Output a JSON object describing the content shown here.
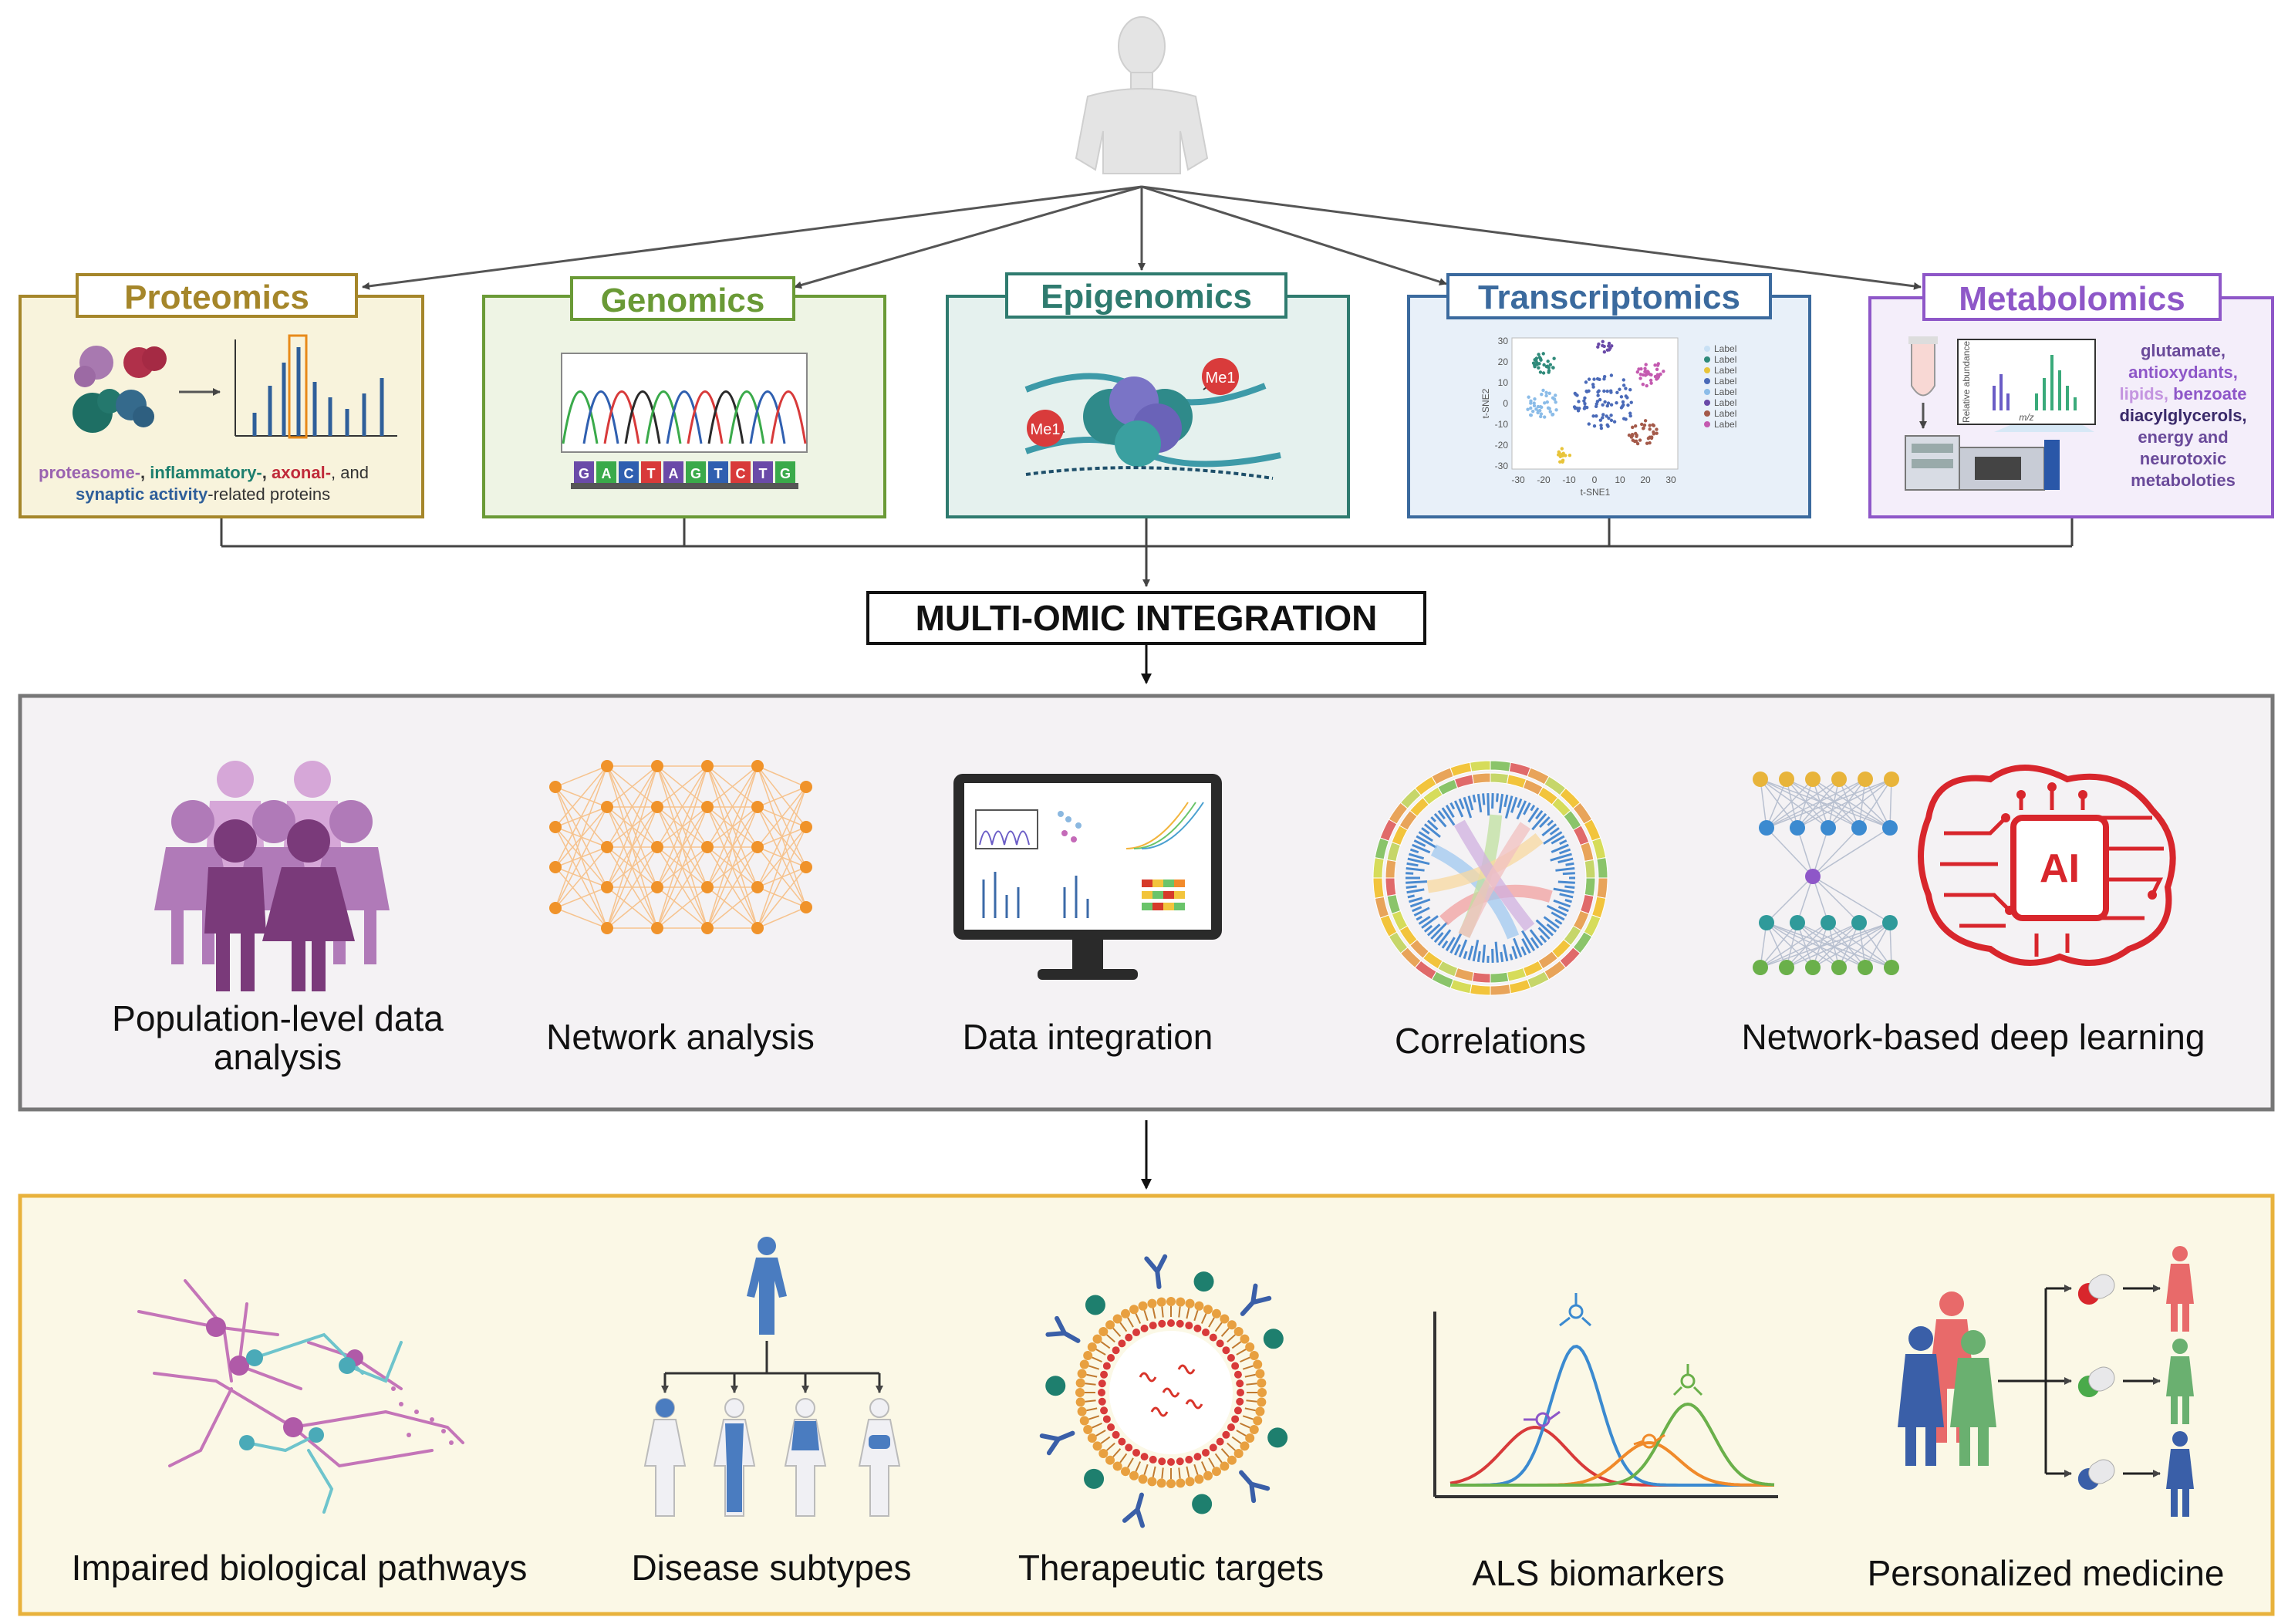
{
  "omics": [
    {
      "title": "Proteomics",
      "color": "#a5862a"
    },
    {
      "title": "Genomics",
      "color": "#6a9a36"
    },
    {
      "title": "Epigenomics",
      "color": "#2f7b6f"
    },
    {
      "title": "Transcriptomics",
      "color": "#3b6a9e"
    },
    {
      "title": "Metabolomics",
      "color": "#8e57c8"
    }
  ],
  "proteomics_caption": {
    "proteasome": "proteasome-",
    "sep1": ", ",
    "inflammatory": "inflammatory-",
    "sep2": ", ",
    "axonal": "axonal-",
    "sep3": ", and",
    "synaptic": "synaptic activity",
    "tail": "-related proteins"
  },
  "genomics_bases": [
    "G",
    "A",
    "C",
    "T",
    "A",
    "G",
    "T",
    "C",
    "T",
    "G"
  ],
  "epigenomics_marks": [
    "Me1",
    "Me1"
  ],
  "transcriptomics_plot": {
    "xlabel": "t-SNE1",
    "ylabel": "t-SNE2",
    "xticks": [
      "-30",
      "-20",
      "-10",
      "0",
      "10",
      "20",
      "30"
    ],
    "yticks": [
      "30",
      "20",
      "10",
      "0",
      "-10",
      "-20",
      "-30"
    ],
    "legend": [
      "Label",
      "Label",
      "Label",
      "Label",
      "Label",
      "Label",
      "Label",
      "Label"
    ]
  },
  "metabolomics": {
    "ylabel": "Relative abundance",
    "xlabel": "m/z",
    "list": {
      "glutamate": "glutamate,",
      "antioxydants": "antioxydants,",
      "lipids": "lipids,",
      "benzoate": "benzoate",
      "diacylglycerols": "diacylglycerols,",
      "energy": "energy and",
      "neurotoxic": "neurotoxic",
      "metaboloties": "metaboloties"
    }
  },
  "integration_title": "MULTI-OMIC INTEGRATION",
  "methods": [
    {
      "line1": "Population-level data",
      "line2": "analysis"
    },
    {
      "line1": "Network analysis"
    },
    {
      "line1": "Data integration"
    },
    {
      "line1": "Correlations"
    },
    {
      "line1": "Network-based deep learning"
    }
  ],
  "ai_label": "AI",
  "outcomes": [
    "Impaired biological pathways",
    "Disease subtypes",
    "Therapeutic targets",
    "ALS biomarkers",
    "Personalized medicine"
  ],
  "colors": {
    "proteomics_bg": "#f8f3dc",
    "genomics_bg": "#eef4e4",
    "epigenomics_bg": "#e5f1ee",
    "transcriptomics_bg": "#e8f0f9",
    "metabolomics_bg": "#f4eefa",
    "integration_box": "#f4f2f4",
    "outcome_box": "#fbf8e6",
    "outcome_border": "#e8b23c"
  }
}
